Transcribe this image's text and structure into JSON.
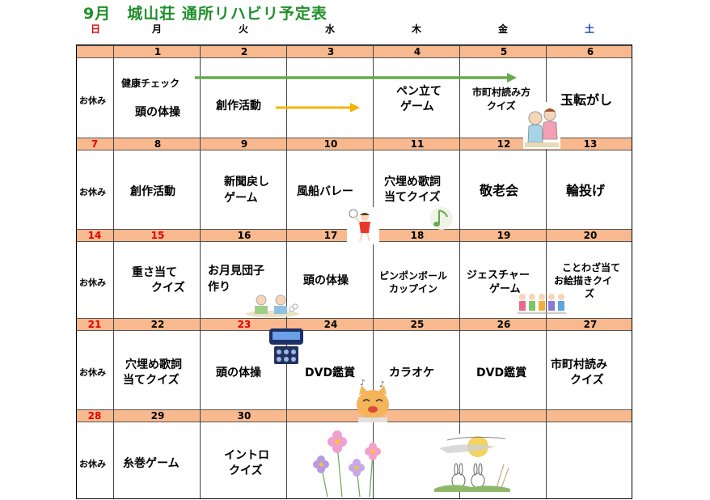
{
  "title": "9月　城山荘 通所リハビリ予定表",
  "weekdays": [
    "日",
    "月",
    "火",
    "水",
    "木",
    "金",
    "土"
  ],
  "rest_label": "お休み",
  "weeks": [
    {
      "dates": [
        "",
        "1",
        "2",
        "3",
        "4",
        "5",
        "6"
      ]
    },
    {
      "dates": [
        "7",
        "8",
        "9",
        "10",
        "11",
        "12",
        "13"
      ]
    },
    {
      "dates": [
        "14",
        "15",
        "16",
        "17",
        "18",
        "19",
        "20"
      ]
    },
    {
      "dates": [
        "21",
        "22",
        "23",
        "24",
        "25",
        "26",
        "27"
      ]
    },
    {
      "dates": [
        "28",
        "29",
        "30",
        "",
        "",
        "",
        ""
      ]
    }
  ],
  "activities": {
    "w1": {
      "health_check": "健康チェック",
      "mon": "頭の体操",
      "tue": "創作活動",
      "thu_1": "ペン立て",
      "thu_2": "ゲーム",
      "fri_1": "市町村読み方",
      "fri_2": "クイズ",
      "sat": "玉転がし"
    },
    "w2": {
      "mon": "創作活動",
      "tue_1": "新聞戻し",
      "tue_2": "ゲーム",
      "wed": "風船バレー",
      "thu_1": "穴埋め歌詞",
      "thu_2": "当てクイズ",
      "fri": "敬老会",
      "sat": "輪投げ"
    },
    "w3": {
      "mon_1": "重さ当て",
      "mon_2": "クイズ",
      "tue_1": "お月見団子",
      "tue_2": "作り",
      "wed": "頭の体操",
      "thu_1": "ピンポンボール",
      "thu_2": "カップイン",
      "fri_1": "ジェスチャー",
      "fri_2": "ゲーム",
      "sat_1": "ことわざ当て",
      "sat_2": "お絵描きクイ",
      "sat_3": "ズ"
    },
    "w4": {
      "mon_1": "穴埋め歌詞",
      "mon_2": "当てクイズ",
      "tue": "頭の体操",
      "wed": "DVD鑑賞",
      "thu": "カラオケ",
      "fri": "DVD鑑賞",
      "sat_1": "市町村読み",
      "sat_2": "クイズ"
    },
    "w5": {
      "mon": "糸巻ゲーム",
      "tue_1": "イントロ",
      "tue_2": "クイズ"
    }
  },
  "colors": {
    "title": "#1f8f2a",
    "date_row": "#f8b98f",
    "sunday": "#e00000",
    "saturday": "#1a3fc4",
    "arrow_green": "#6aa84f",
    "arrow_yellow": "#f4b400"
  },
  "illustrations": [
    "caregiver-icon",
    "music-note-icon",
    "balloon-girl-icon",
    "seniors-dango-icon",
    "exercise-group-icon",
    "karaoke-machine-icon",
    "singing-cat-icon",
    "cosmos-flower-icon",
    "moon-rabbits-icon"
  ]
}
